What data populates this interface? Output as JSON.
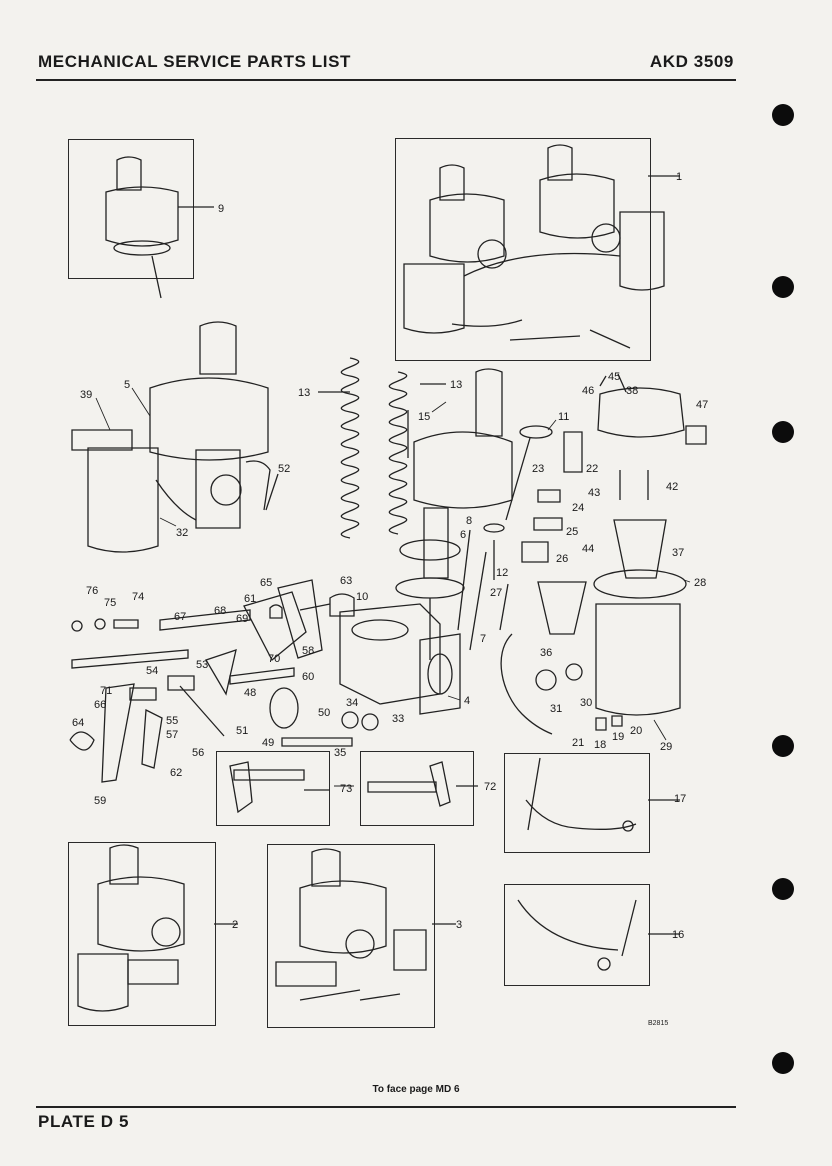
{
  "header": {
    "title": "MECHANICAL SERVICE PARTS LIST",
    "code": "AKD 3509"
  },
  "footer": {
    "note": "To face page MD 6",
    "plate": "PLATE D 5",
    "drawing_ref": "B2815"
  },
  "callouts": [
    "1",
    "2",
    "3",
    "4",
    "5",
    "6",
    "7",
    "8",
    "9",
    "10",
    "11",
    "12",
    "13",
    "13",
    "15",
    "16",
    "17",
    "18",
    "19",
    "20",
    "21",
    "22",
    "23",
    "24",
    "25",
    "26",
    "27",
    "28",
    "29",
    "30",
    "31",
    "32",
    "33",
    "34",
    "35",
    "36",
    "37",
    "38",
    "39",
    "42",
    "43",
    "44",
    "45",
    "46",
    "47",
    "48",
    "49",
    "50",
    "51",
    "52",
    "53",
    "54",
    "55",
    "56",
    "57",
    "58",
    "59",
    "60",
    "61",
    "62",
    "63",
    "64",
    "65",
    "66",
    "67",
    "68",
    "69",
    "70",
    "71",
    "72",
    "73",
    "74",
    "75",
    "76"
  ],
  "illustration": {
    "subject": "exploded-view-carburetter-parts",
    "icons": [
      "carburetter-pair-icon",
      "carburetter-single-icon",
      "suction-chamber-icon",
      "piston-spring-icon",
      "float-chamber-icon",
      "throttle-spindle-icon",
      "fuel-pipe-icon",
      "jet-assembly-icon"
    ]
  }
}
